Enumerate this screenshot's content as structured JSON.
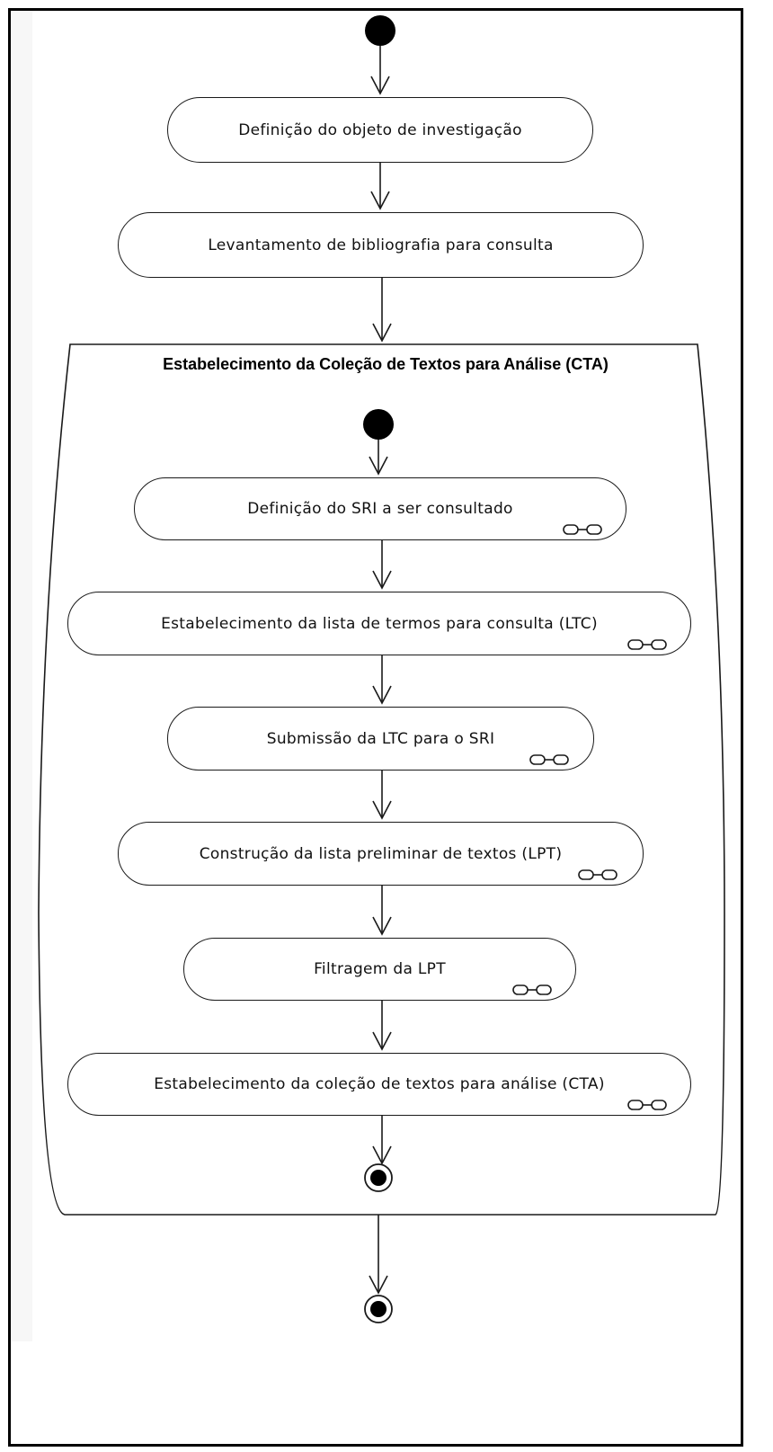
{
  "diagram": {
    "activities": {
      "definicao_objeto": "Definição do objeto de investigação",
      "levantamento": "Levantamento de bibliografia para consulta"
    },
    "group": {
      "title": "Estabelecimento da Coleção de Textos para Análise (CTA)",
      "activities": [
        "Definição do SRI a ser consultado",
        "Estabelecimento da lista de termos para consulta (LTC)",
        "Submissão da LTC para o SRI",
        "Construção da lista preliminar de textos (LPT)",
        "Filtragem da LPT",
        "Estabelecimento da coleção de textos para análise (CTA)"
      ]
    },
    "colors": {
      "stroke": "#1a1a1a",
      "fill": "#ffffff",
      "node": "#000000"
    }
  }
}
